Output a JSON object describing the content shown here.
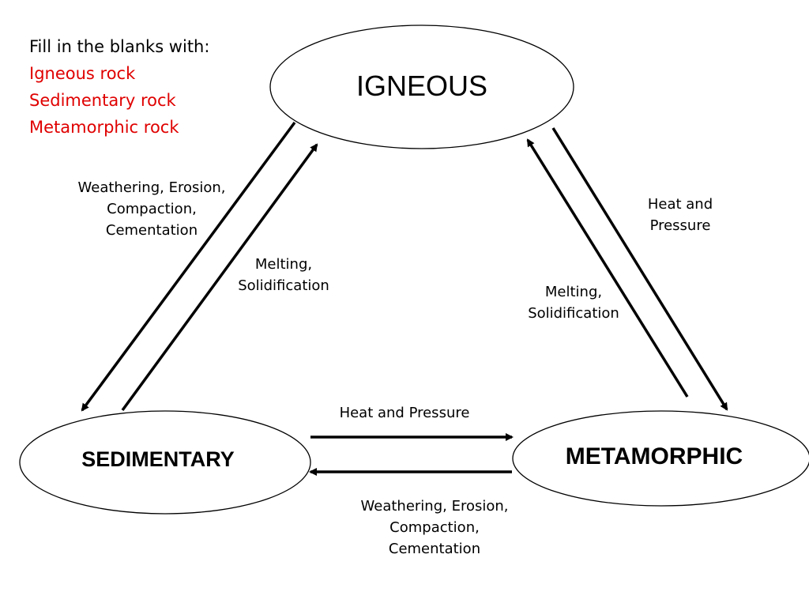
{
  "instructions": {
    "heading": "Fill in the blanks with:",
    "options": [
      "Igneous rock",
      "Sedimentary rock",
      "Metamorphic rock"
    ],
    "option_color": "#e00000"
  },
  "nodes": {
    "igneous": "IGNEOUS",
    "sedimentary": "SEDIMENTARY",
    "metamorphic": "METAMORPHIC"
  },
  "processes": {
    "igneous_to_sedimentary": [
      "Weathering, Erosion,",
      "Compaction,",
      "Cementation"
    ],
    "sedimentary_to_igneous": [
      "Melting,",
      "Solidification"
    ],
    "igneous_to_metamorphic": [
      "Heat and",
      "Pressure"
    ],
    "metamorphic_to_igneous": [
      "Melting,",
      "Solidification"
    ],
    "sedimentary_to_metamorphic": [
      "Heat and Pressure"
    ],
    "metamorphic_to_sedimentary": [
      "Weathering, Erosion,",
      "Compaction,",
      "Cementation"
    ]
  }
}
